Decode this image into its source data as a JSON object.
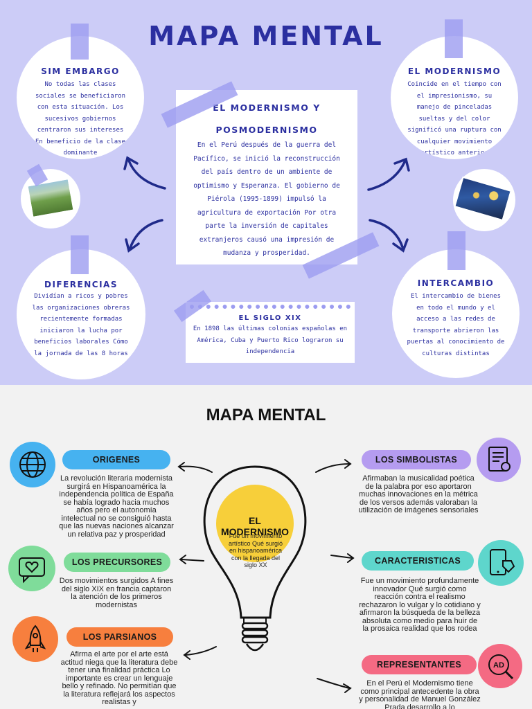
{
  "top": {
    "title": "MAPA MENTAL",
    "center": {
      "title_line1": "EL MODERNISMO Y",
      "title_line2": "POSMODERNISMO",
      "body": "En el Perú después de la guerra del Pacífico, se inició la reconstrucción del país dentro de un ambiente de optimismo y Esperanza. El gobierno de Piérola (1995-1899) impulsó la agricultura de exportación Por otra parte la inversión de capitales extranjeros causó una impresión de mudanza y prosperidad."
    },
    "sim_embargo": {
      "title": "SIM EMBARGO",
      "body": "No todas las clases sociales se beneficiaron con esta situación. Los sucesivos gobiernos centraron sus intereses En beneficio de la clase dominante"
    },
    "el_modernismo": {
      "title": "EL MODERNISMO",
      "body": "Coincide en el tiempo con el impresionismo, su manejo de pinceladas sueltas y del color significó una ruptura con cualquier movimiento artístico anterior"
    },
    "diferencias": {
      "title": "DIFERENCIAS",
      "body": "Dividían a ricos y pobres las organizaciones obreras recientemente formadas iniciaron la lucha por beneficios laborales Cómo la jornada de las 8 horas"
    },
    "intercambio": {
      "title": "INTERCAMBIO",
      "body": "El intercambio de bienes en todo el mundo y el acceso a las redes de transporte abrieron las puertas al conocimiento de culturas distintas"
    },
    "siglo_xix": {
      "title": "EL SIGLO XIX",
      "body": "En 1898 las últimas colonias españolas en América, Cuba y Puerto Rico lograron su independencia"
    }
  },
  "bottom": {
    "title": "MAPA MENTAL",
    "center": {
      "title": "EL MODERNISMO",
      "body": "Fue un movimiento artístico Qué surgió en hispanoamérica con la llegada del siglo XX"
    },
    "origenes": {
      "title": "ORIGENES",
      "body": "La revolución literaria modernista surgirá en Hispanoamérica la independencia política de España se había logrado hacia muchos años pero el autonomía intelectual no se consiguió hasta que las nuevas naciones alcanzar un relativa paz y prosperidad"
    },
    "precursores": {
      "title": "LOS PRECURSORES",
      "body": "Dos movimientos surgidos A fines del siglo XIX en francia captaron la atención de los primeros modernistas"
    },
    "parsianos": {
      "title": "LOS PARSIANOS",
      "body": "Afirma el arte por el arte está actitud niega que la literatura debe tener una finalidad práctica Lo importante es crear un lenguaje bello y refinado. No permitían que la literatura reflejará los aspectos realistas y"
    },
    "simbolistas": {
      "title": "LOS SIMBOLISTAS",
      "body": "Afirmaban la musicalidad poética de la palabra por eso aportaron muchas innovaciones en la métrica de los versos además valoraban la utilización de imágenes sensoriales"
    },
    "caracteristicas": {
      "title": "CARACTERISTICAS",
      "body": "Fue un movimiento profundamente innovador Qué surgió como reacción contra el realismo rechazaron lo vulgar y lo cotidiano y afirmaron la búsqueda de la belleza absoluta como medio para huir de la prosaica realidad que los rodea"
    },
    "representantes": {
      "title": "REPRESENTANTES",
      "body": "En el Perú el Modernismo tiene como principal antecedente la obra y personalidad de Manuel González Prada desarrollo a lo"
    },
    "colors": {
      "blue": "#46b2f0",
      "green": "#7fdc9a",
      "orange": "#f77f3e",
      "purple": "#b59cf0",
      "teal": "#5ed6cc",
      "pink": "#f46a83",
      "yellow": "#f7cf3a"
    }
  }
}
